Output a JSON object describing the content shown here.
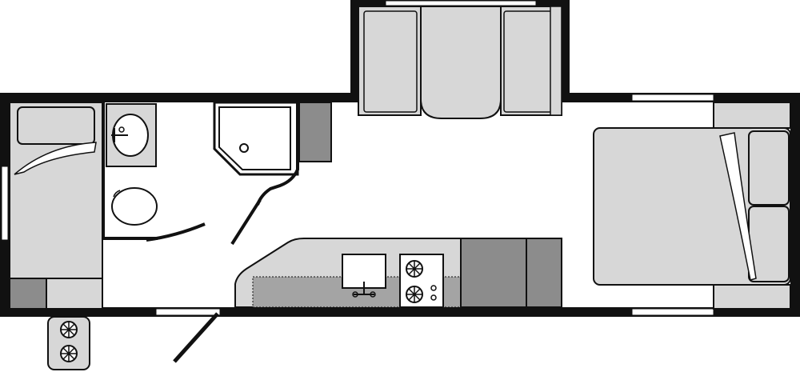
{
  "floorplan": {
    "fixtures": {
      "bunk_bed": "bunk-bed",
      "bathroom_sink": "bathroom-sink",
      "toilet": "toilet",
      "shower": "corner-shower",
      "wardrobe": "wardrobe",
      "dinette": "dinette-slideout",
      "kitchen_counter": "kitchen-counter",
      "kitchen_sink": "kitchen-sink",
      "stove": "stove-cooktop",
      "refrigerator": "refrigerator",
      "queen_bed": "queen-bed",
      "entry_door": "entry-door",
      "exterior_grill": "exterior-grill"
    },
    "colors": {
      "wall": "#111111",
      "fixture_fill": "#d7d7d7",
      "dark_fill": "#8c8c8c",
      "counter_dark": "#a4a4a4",
      "background": "#ffffff"
    }
  }
}
